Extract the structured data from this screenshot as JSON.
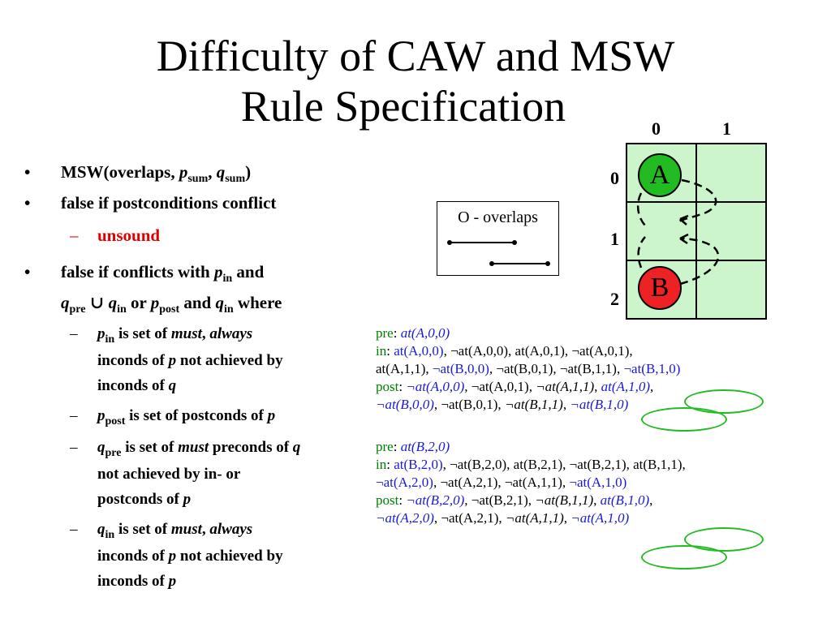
{
  "title": {
    "line1": "Difficulty of CAW and MSW",
    "line2": "Rule Specification"
  },
  "bullets": {
    "b1": {
      "text": "MSW(overlaps, ",
      "p": "p",
      "psub": "sum",
      "sep": ", ",
      "q": "q",
      "qsub": "sum",
      "close": ")"
    },
    "b2": "false if postconditions conflict",
    "b2a": "unsound",
    "b3": {
      "pre": "false if conflicts with ",
      "p": "p",
      "psub": "in",
      "and1": " and",
      "q": "q",
      "qsub": "pre",
      "union": " ∪ ",
      "q2": "q",
      "q2sub": "in",
      "or": " or ",
      "p2": "p",
      "p2sub": "post",
      "and2": " and ",
      "q3": "q",
      "q3sub": "in",
      "where": " where"
    },
    "s1": {
      "p": "p",
      "sub": "in",
      "a": " is set of ",
      "must": "must",
      "comma": ", ",
      "always": "always",
      "l2": "inconds of ",
      "pp": "p",
      "l2b": " not achieved by",
      "l3": "inconds of ",
      "qq": "q"
    },
    "s2": {
      "p": "p",
      "sub": "post",
      "a": " is set of postconds of ",
      "pp": "p"
    },
    "s3": {
      "q": "q",
      "sub": "pre",
      "a": " is set of ",
      "must": "must",
      "b": " preconds of ",
      "qq": "q",
      "l2": "not achieved by in- or",
      "l3": "postconds of ",
      "pp": "p"
    },
    "s4": {
      "q": "q",
      "sub": "in",
      "a": " is set of ",
      "must": "must",
      "comma": ", ",
      "always": "always",
      "l2": "inconds of ",
      "pp": "p",
      "l2b": " not achieved by",
      "l3": "inconds of ",
      "pp2": "p"
    }
  },
  "legend": {
    "title": "O - overlaps"
  },
  "grid": {
    "col_labels": [
      "0",
      "1"
    ],
    "row_labels": [
      "0",
      "1",
      "2"
    ],
    "agents": [
      "A",
      "B"
    ],
    "colors": {
      "cell": "#ccf5cc",
      "agent_a": "#22bb22",
      "agent_b": "#ee2222"
    }
  },
  "rules": {
    "a_pre_label": "pre",
    "a_pre_colon": ": ",
    "a_pre_val": "at(A,0,0)",
    "a_in_label": "in",
    "a_in_colon": ": ",
    "a_in_l1": [
      {
        "t": "at(A,0,0)",
        "c": "blue"
      },
      {
        "t": ", ¬at(A,0,0), at(A,0,1), ¬at(A,0,1),",
        "c": "black"
      }
    ],
    "a_in_l2": [
      {
        "t": "at(A,1,1), ",
        "c": "black"
      },
      {
        "t": "¬at(B,0,0)",
        "c": "blue"
      },
      {
        "t": ", ¬at(B,0,1), ¬at(B,1,1), ",
        "c": "black"
      },
      {
        "t": "¬at(B,1,0)",
        "c": "blue"
      }
    ],
    "a_post_label": "post",
    "a_post_colon": ": ",
    "a_post_l1": [
      {
        "t": "¬at(A,0,0)",
        "c": "blue",
        "i": true
      },
      {
        "t": ", ¬at(A,0,1), ",
        "c": "black"
      },
      {
        "t": "¬at(A,1,1)",
        "c": "black",
        "i": true
      },
      {
        "t": ", ",
        "c": "black"
      },
      {
        "t": "at(A,1,0)",
        "c": "blue",
        "i": true
      },
      {
        "t": ",",
        "c": "black"
      }
    ],
    "a_post_l2": [
      {
        "t": "¬at(B,0,0)",
        "c": "blue",
        "i": true
      },
      {
        "t": ", ¬at(B,0,1), ",
        "c": "black"
      },
      {
        "t": "¬at(B,1,1)",
        "c": "black",
        "i": true
      },
      {
        "t": ", ",
        "c": "black"
      },
      {
        "t": "¬at(B,1,0)",
        "c": "blue",
        "i": true
      }
    ],
    "b_pre_label": "pre",
    "b_pre_colon": ": ",
    "b_pre_val": "at(B,2,0)",
    "b_in_label": "in",
    "b_in_colon": ": ",
    "b_in_l1": [
      {
        "t": "at(B,2,0)",
        "c": "blue"
      },
      {
        "t": ", ¬at(B,2,0), at(B,2,1), ¬at(B,2,1), at(B,1,1),",
        "c": "black"
      }
    ],
    "b_in_l2": [
      {
        "t": "¬at(A,2,0)",
        "c": "blue"
      },
      {
        "t": ", ¬at(A,2,1), ¬at(A,1,1), ",
        "c": "black"
      },
      {
        "t": "¬at(A,1,0)",
        "c": "blue"
      }
    ],
    "b_post_label": "post",
    "b_post_colon": ": ",
    "b_post_l1": [
      {
        "t": "¬at(B,2,0)",
        "c": "blue",
        "i": true
      },
      {
        "t": ", ¬at(B,2,1), ",
        "c": "black"
      },
      {
        "t": "¬at(B,1,1)",
        "c": "black",
        "i": true
      },
      {
        "t": ", ",
        "c": "black"
      },
      {
        "t": "at(B,1,0)",
        "c": "blue",
        "i": true
      },
      {
        "t": ",",
        "c": "black"
      }
    ],
    "b_post_l2": [
      {
        "t": "¬at(A,2,0)",
        "c": "blue",
        "i": true
      },
      {
        "t": ", ¬at(A,2,1), ",
        "c": "black"
      },
      {
        "t": "¬at(A,1,1)",
        "c": "black",
        "i": true
      },
      {
        "t": ", ",
        "c": "black"
      },
      {
        "t": "¬at(A,1,0)",
        "c": "blue",
        "i": true
      }
    ]
  }
}
